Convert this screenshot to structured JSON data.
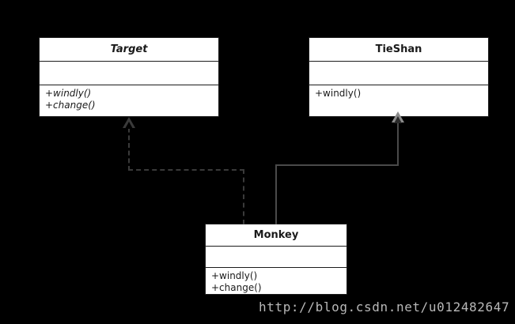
{
  "diagram": {
    "type": "uml-class-diagram",
    "background_color": "#000000",
    "box_fill_color": "#ffffff",
    "box_border_color": "#1c1c1c",
    "realization_line_color": "#3a3a3a",
    "generalization_line_color": "#4a4a4a",
    "classes": [
      {
        "id": "target",
        "name": "Target",
        "stereotype": "abstract",
        "attributes": [],
        "operations": [
          "+windly()",
          "+change()"
        ]
      },
      {
        "id": "tieshan",
        "name": "TieShan",
        "stereotype": "concrete",
        "attributes": [],
        "operations": [
          "+windly()"
        ]
      },
      {
        "id": "monkey",
        "name": "Monkey",
        "stereotype": "concrete",
        "attributes": [],
        "operations": [
          "+windly()",
          "+change()"
        ]
      }
    ],
    "relationships": [
      {
        "id": "monkey-realizes-target",
        "from": "Monkey",
        "to": "Target",
        "kind": "realization",
        "line_style": "dashed",
        "arrowhead": "hollow-triangle"
      },
      {
        "id": "monkey-extends-tieshan",
        "from": "Monkey",
        "to": "TieShan",
        "kind": "generalization",
        "line_style": "solid",
        "arrowhead": "hollow-triangle"
      }
    ]
  },
  "watermark": {
    "text": "http://blog.csdn.net/u012482647"
  }
}
